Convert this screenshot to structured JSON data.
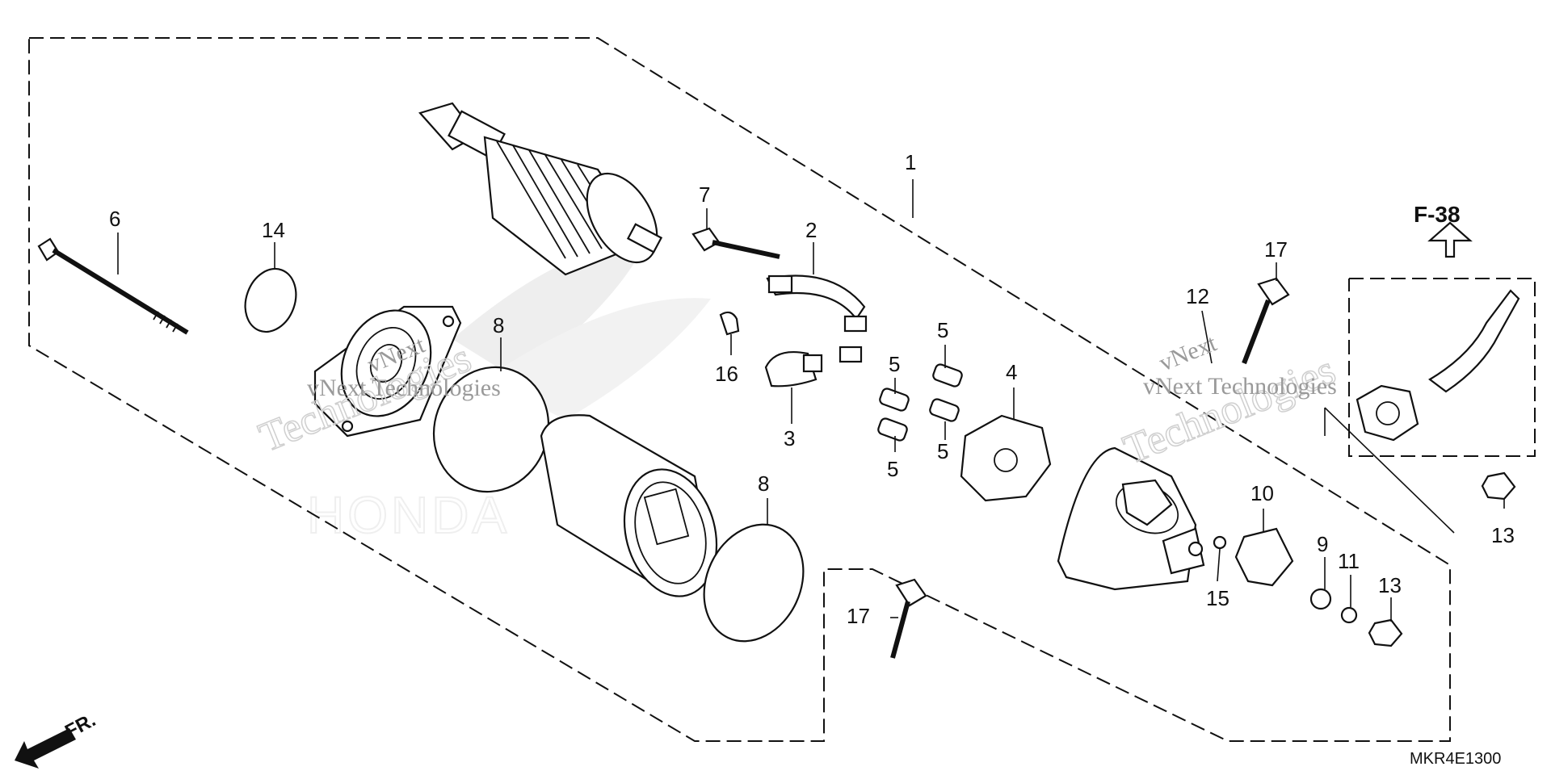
{
  "diagram": {
    "callouts": {
      "c1": "1",
      "c2": "2",
      "c3": "3",
      "c4": "4",
      "c5a": "5",
      "c5b": "5",
      "c5c": "5",
      "c5d": "5",
      "c6": "6",
      "c7": "7",
      "c8a": "8",
      "c8b": "8",
      "c9": "9",
      "c10": "10",
      "c11": "11",
      "c12": "12",
      "c13a": "13",
      "c13b": "13",
      "c14": "14",
      "c15": "15",
      "c16": "16",
      "c17a": "17",
      "c17b": "17"
    },
    "reference_label": "F-38",
    "front_label": "FR.",
    "diagram_code": "MKR4E1300",
    "watermark": {
      "line1": "vNext",
      "line2": "Technologies",
      "inline": "vNext Technologies"
    }
  }
}
